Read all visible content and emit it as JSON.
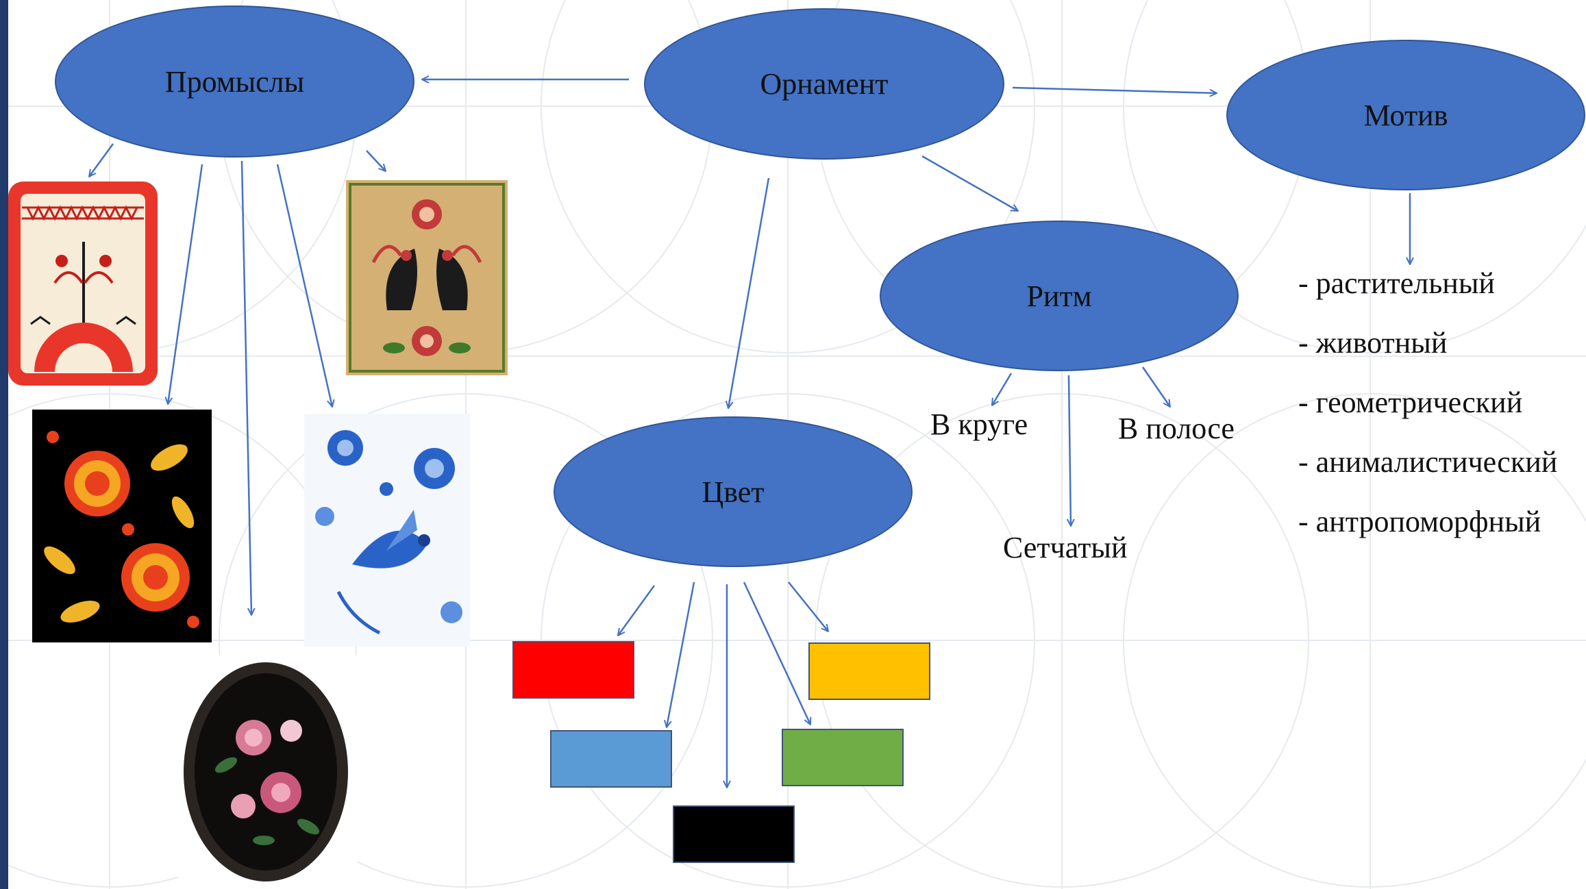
{
  "nodes": {
    "ornament": "Орнамент",
    "crafts": "Промыслы",
    "motif": "Мотив",
    "rhythm": "Ритм",
    "color": "Цвет"
  },
  "rhythm_types": {
    "circle": "В круге",
    "stripe": "В полосе",
    "mesh": "Сетчатый"
  },
  "motif_types": [
    "- растительный",
    "- животный",
    "- геометрический",
    "- анималистический",
    "- антропоморфный"
  ],
  "color_swatches": [
    "#ff0000",
    "#ffc000",
    "#5b9bd5",
    "#70ad47",
    "#000000"
  ],
  "colors": {
    "node_fill": "#4472c4",
    "arrow": "#4472c4",
    "bar": "#1f3a6b"
  },
  "craft_images": [
    "mezen-painting-image",
    "gorodets-painting-image",
    "khokhloma-painting-image",
    "gzhel-painting-image",
    "zhostovo-tray-image"
  ]
}
